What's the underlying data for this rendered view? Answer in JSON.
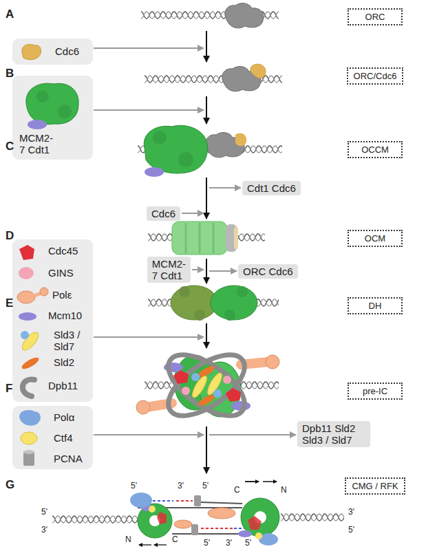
{
  "diagram": {
    "nodes": [
      {
        "text": [
          "ORC"
        ]
      },
      {
        "text": [
          "Cdc6"
        ]
      },
      {
        "text": [
          "ORC/Cdc6"
        ]
      },
      {
        "text": [
          "MCM2-7 Cdt1"
        ]
      },
      {
        "text": [
          "OCCM"
        ]
      },
      {
        "text": [
          "Cdt1 Cdc6"
        ]
      },
      {
        "text": [
          "Cdc6"
        ]
      },
      {
        "text": [
          "Cdc45",
          "GINS",
          "Polε",
          "Mcm10",
          "Sld3 / Sld7",
          "Sld2",
          "Dpb11"
        ]
      },
      {
        "text": [
          "OCM"
        ]
      },
      {
        "text": [
          "MCM2-7 Cdt1"
        ]
      },
      {
        "text": [
          "ORC Cdc6"
        ]
      },
      {
        "text": [
          "DH"
        ]
      },
      {
        "text": [
          "pre-IC"
        ]
      },
      {
        "text": [
          "Polα",
          "Ctf4",
          "PCNA"
        ]
      },
      {
        "text": [
          "Dpb11 Sld2 Sld3 / Sld7"
        ]
      },
      {
        "text": [
          "CMG / RFK"
        ]
      }
    ],
    "labels": [
      "A",
      "B",
      "C",
      "D",
      "E",
      "F",
      "G",
      "5'",
      "3'",
      "5'",
      "C",
      "N",
      "3'",
      "5'",
      "5'",
      "3'",
      "N",
      "C",
      "5'",
      "3'",
      "5'"
    ]
  }
}
